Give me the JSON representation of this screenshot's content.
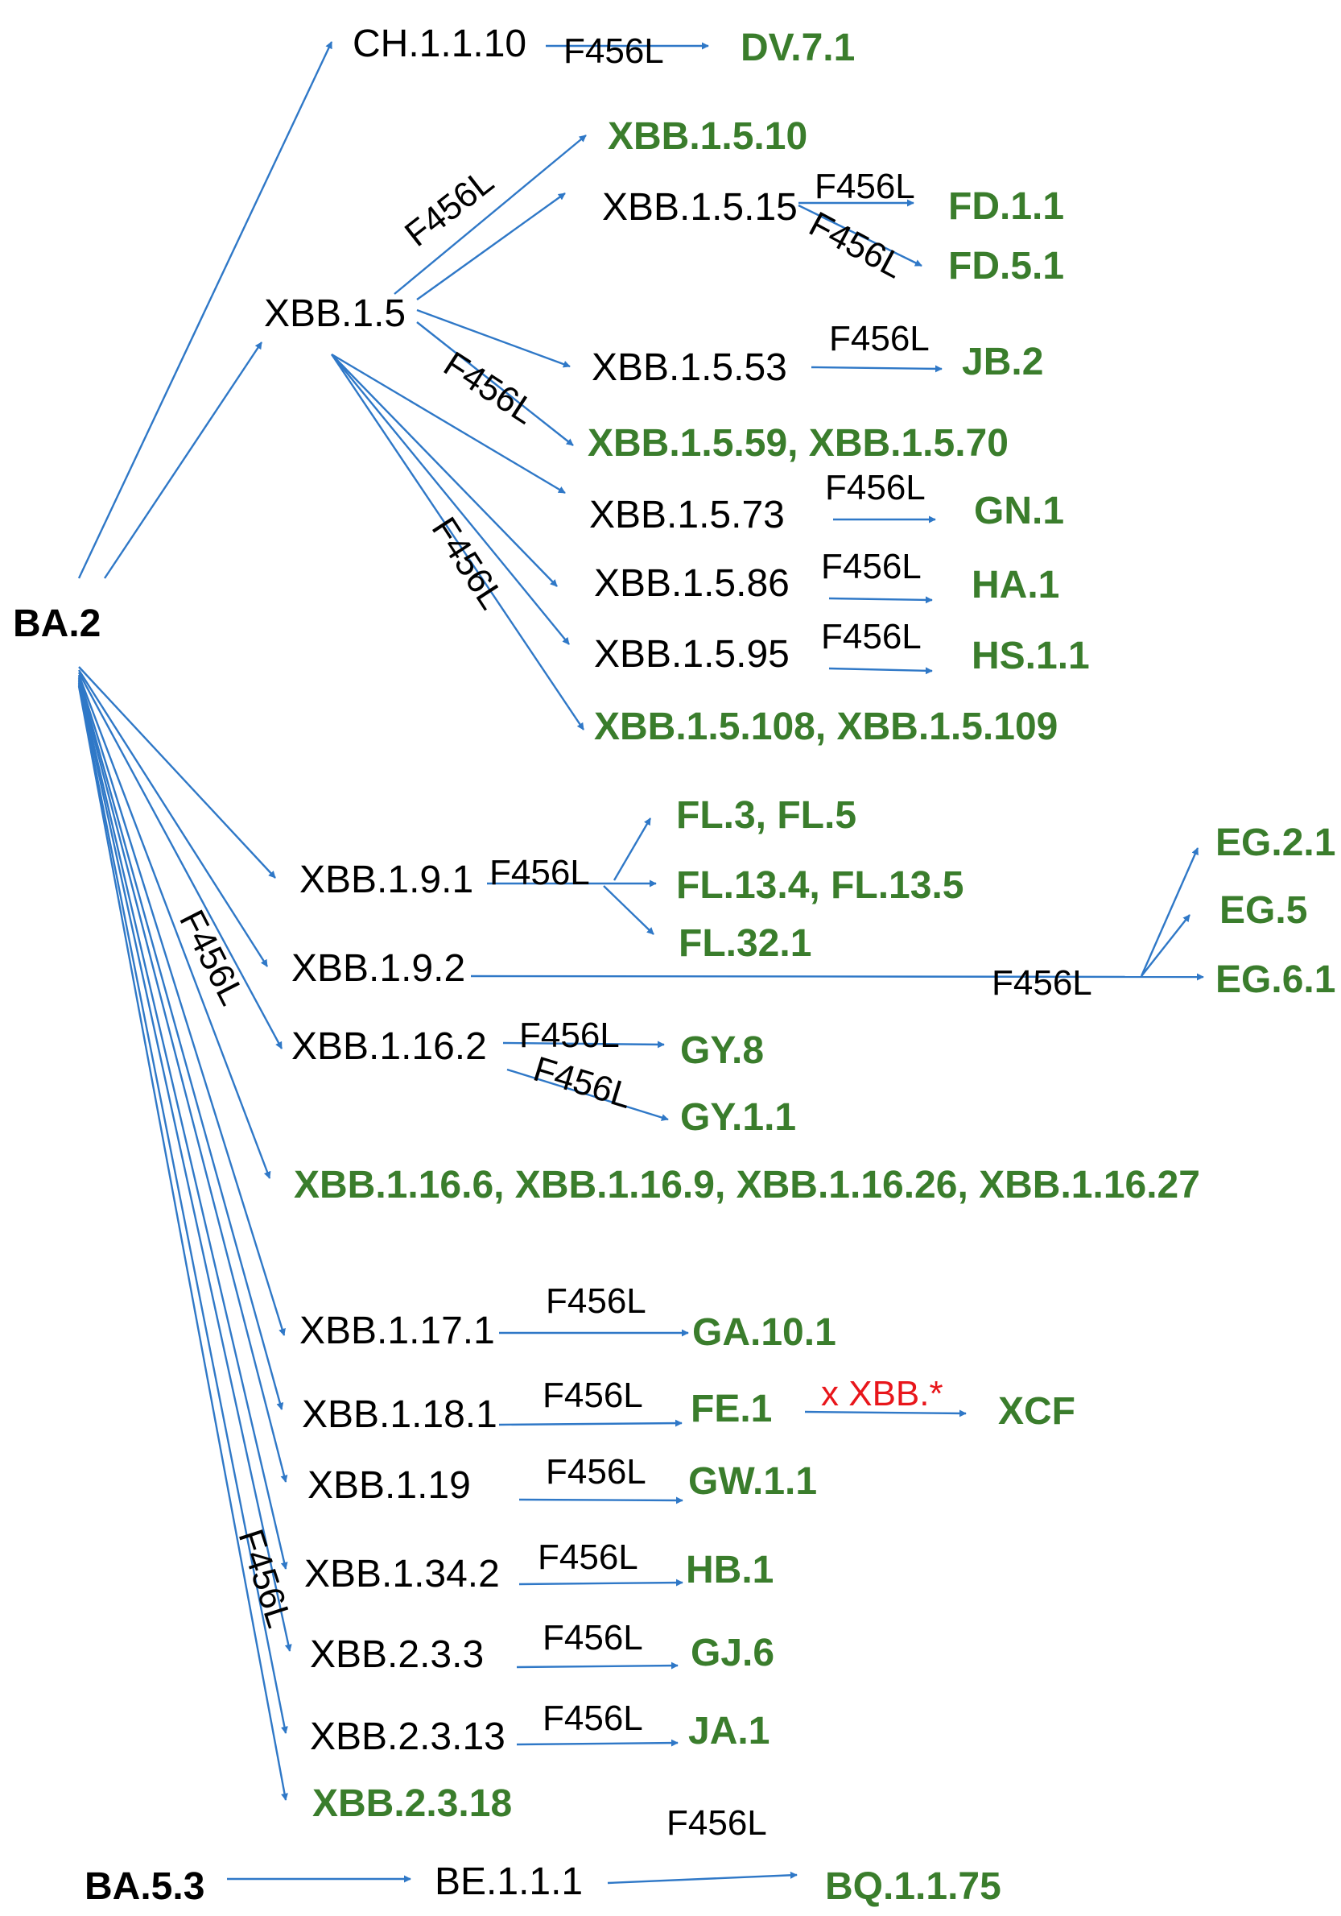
{
  "colors": {
    "arrow": "#2f78c7",
    "derived_lineage": "#3a7d2c",
    "parent_lineage": "#000000",
    "recombinant_label": "#e8161b"
  },
  "nodes": {
    "ba2": "BA.2",
    "ba53": "BA.5.3",
    "ch11110": "CH.1.1.10",
    "dv71": "DV.7.1",
    "xbb15": "XBB.1.5",
    "xbb1510": "XBB.1.5.10",
    "xbb1515": "XBB.1.5.15",
    "fd11": "FD.1.1",
    "fd51": "FD.5.1",
    "xbb1553": "XBB.1.5.53",
    "jb2": "JB.2",
    "xbb155970": "XBB.1.5.59, XBB.1.5.70",
    "xbb1573": "XBB.1.5.73",
    "gn1": "GN.1",
    "xbb1586": "XBB.1.5.86",
    "ha1": "HA.1",
    "xbb1595": "XBB.1.5.95",
    "hs11": "HS.1.1",
    "xbb15108109": "XBB.1.5.108, XBB.1.5.109",
    "xbb191": "XBB.1.9.1",
    "fl35": "FL.3, FL.5",
    "fl134135": "FL.13.4, FL.13.5",
    "fl321": "FL.32.1",
    "xbb192": "XBB.1.9.2",
    "eg21": "EG.2.1",
    "eg5": "EG.5",
    "eg61": "EG.6.1",
    "xbb1162": "XBB.1.16.2",
    "gy8": "GY.8",
    "gy11": "GY.1.1",
    "xbb116group": "XBB.1.16.6, XBB.1.16.9, XBB.1.16.26, XBB.1.16.27",
    "xbb1171": "XBB.1.17.1",
    "ga101": "GA.10.1",
    "xbb1181": "XBB.1.18.1",
    "fe1": "FE.1",
    "xcf": "XCF",
    "xbb119": "XBB.1.19",
    "gw11": "GW.1.1",
    "xbb1342": "XBB.1.34.2",
    "hb1": "HB.1",
    "xbb233": "XBB.2.3.3",
    "gj6": "GJ.6",
    "xbb2313": "XBB.2.3.13",
    "ja1": "JA.1",
    "xbb2318": "XBB.2.3.18",
    "be111": "BE.1.1.1",
    "bq1175": "BQ.1.1.75"
  },
  "mutation_label": "F456L",
  "recombination_label": "x XBB.*"
}
